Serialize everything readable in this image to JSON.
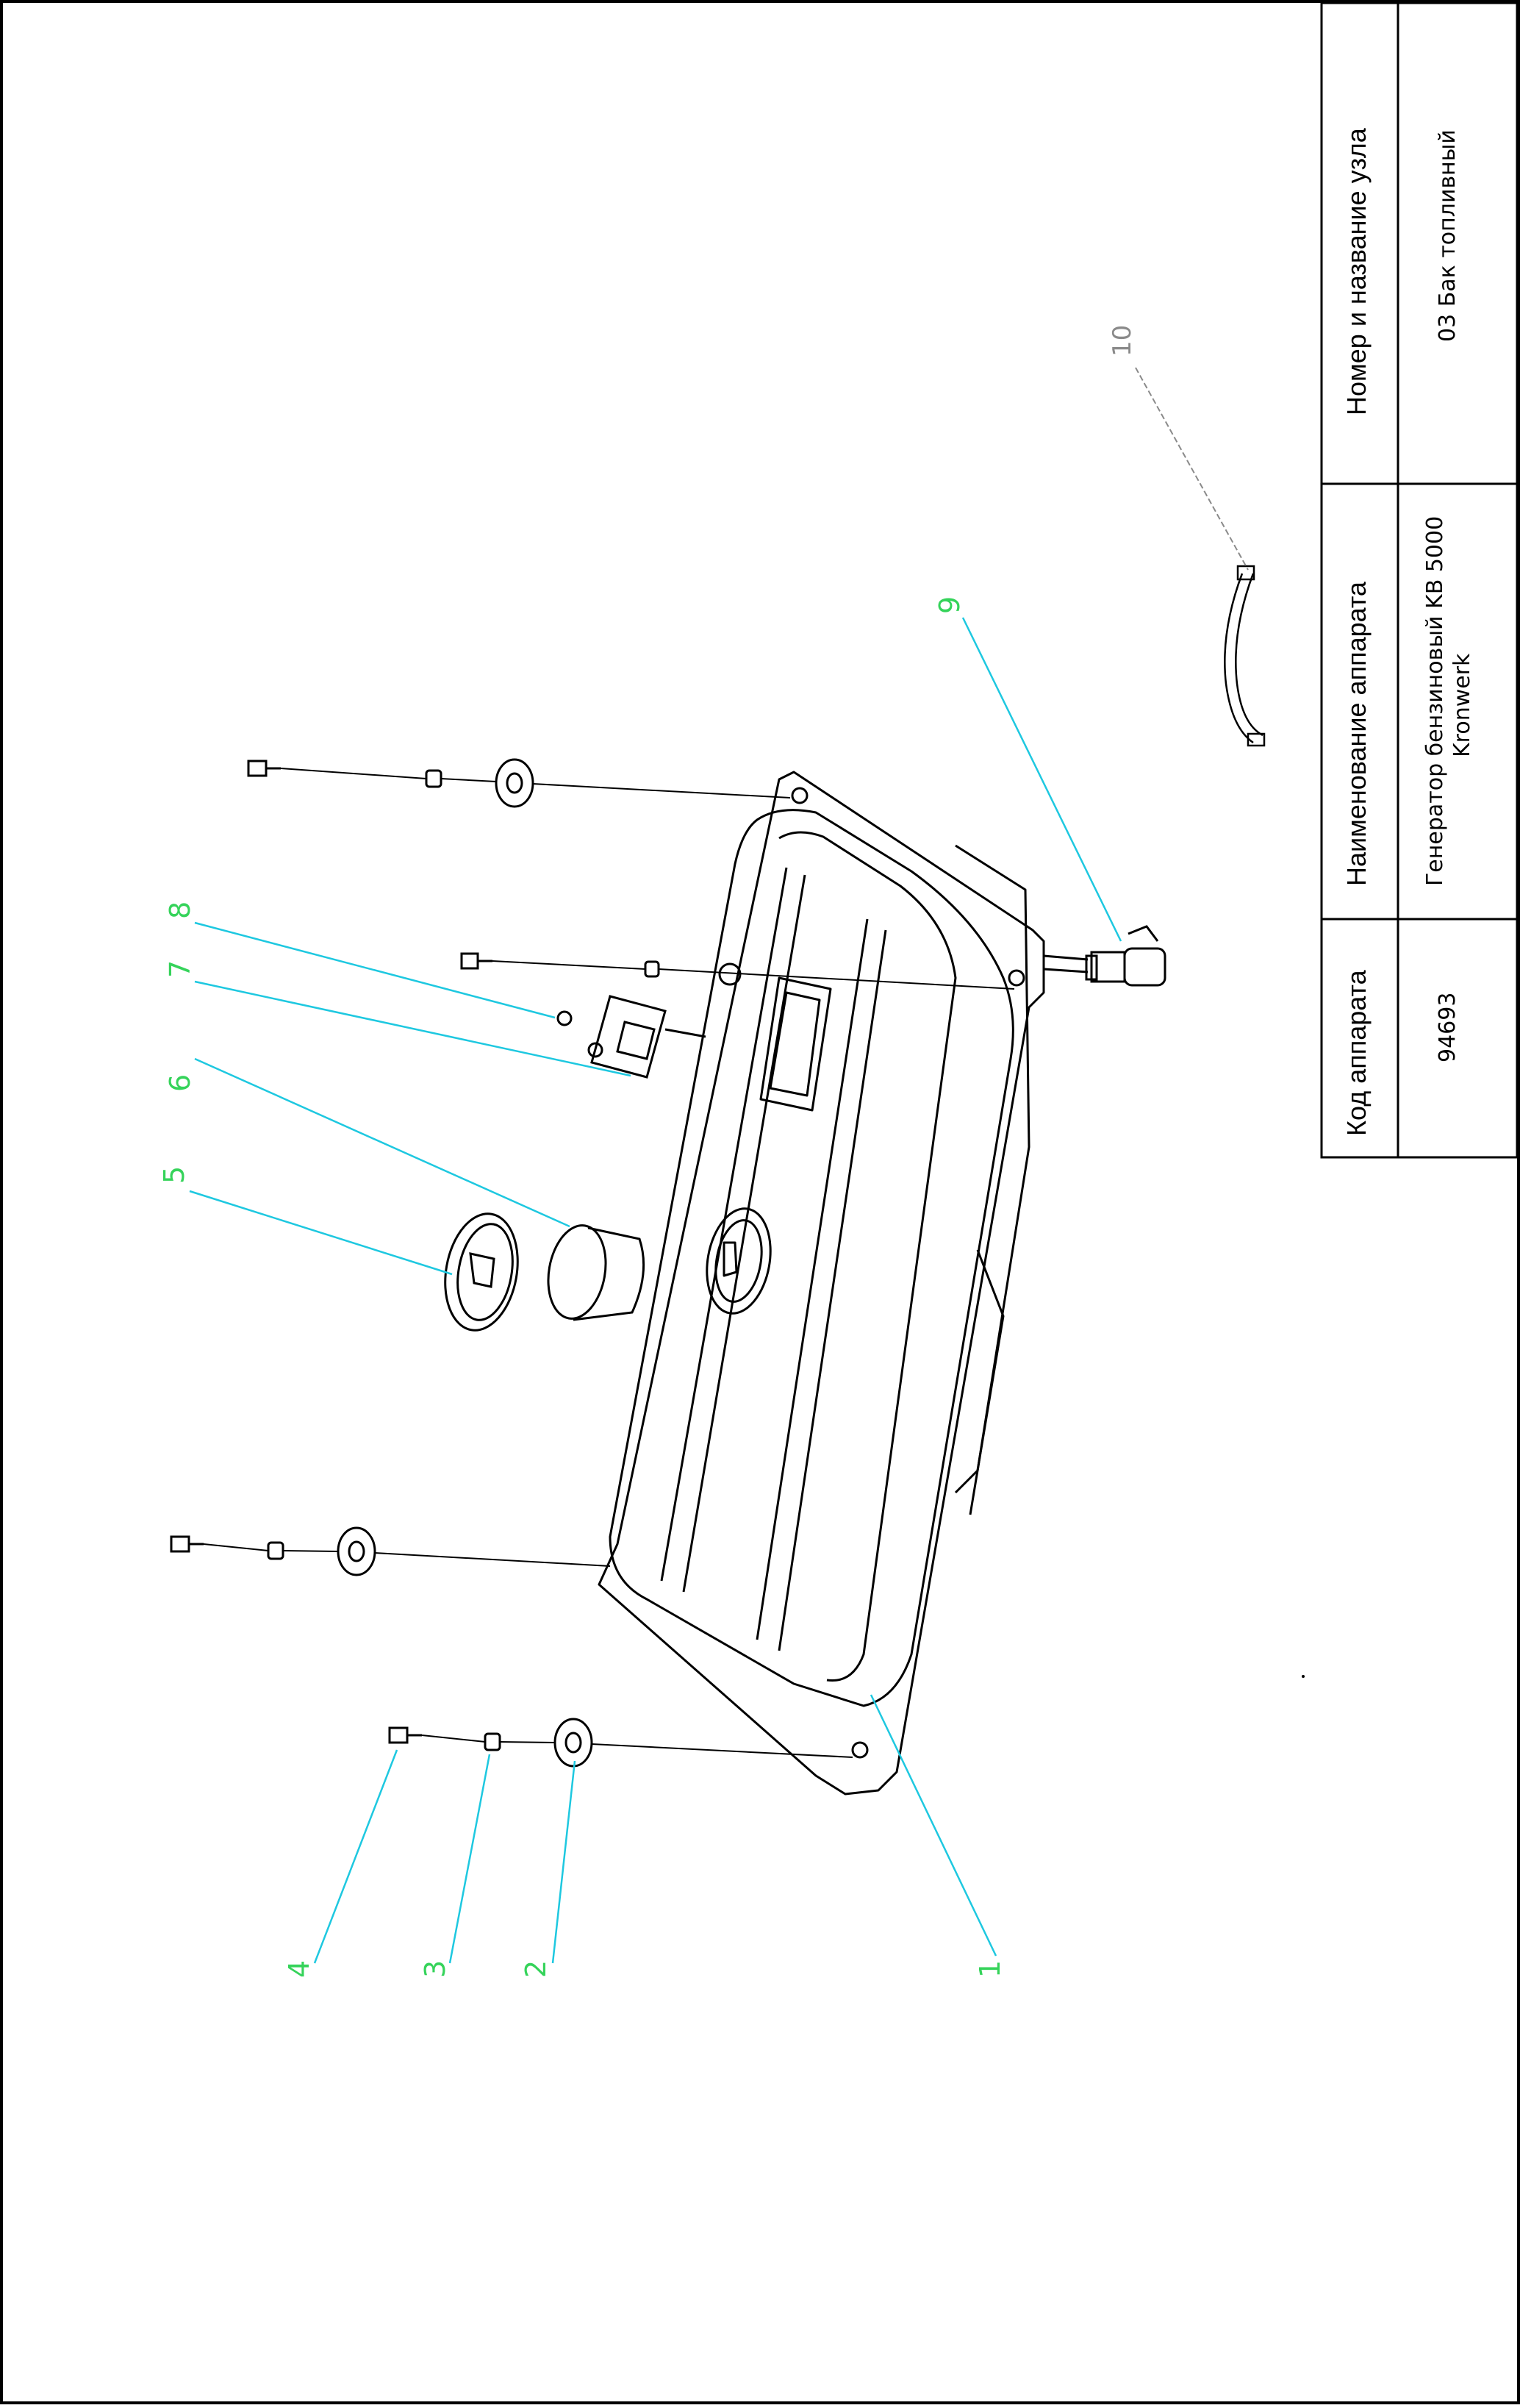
{
  "title_block": {
    "code_header": "Код аппарата",
    "name_header": "Наименование аппарата",
    "node_header": "Номер и название узла",
    "code_value": "94693",
    "name_value_line1": "Генератор бензиновый KB 5000",
    "name_value_line2": "Kronwerk",
    "node_value": "03 Бак топливный"
  },
  "callouts": [
    "1",
    "2",
    "3",
    "4",
    "5",
    "6",
    "7",
    "8",
    "9",
    "10"
  ],
  "colors": {
    "line": "#000000",
    "leader": "#1ec8e0",
    "callout_number": "#35d35a",
    "callout_10": "#8a8a8a"
  }
}
